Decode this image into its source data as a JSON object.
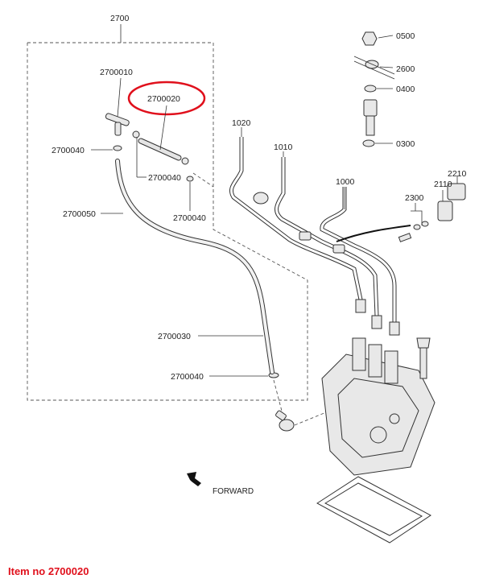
{
  "diagram": {
    "labels": {
      "group_2700": "2700",
      "p2700010": "2700010",
      "p2700020": "2700020",
      "p2700040_a": "2700040",
      "p2700040_b": "2700040",
      "p2700040_c": "2700040",
      "p2700040_d": "2700040",
      "p2700050": "2700050",
      "p2700030": "2700030",
      "p1020": "1020",
      "p1010": "1010",
      "p1000": "1000",
      "p0500": "0500",
      "p2600": "2600",
      "p0400": "0400",
      "p0300": "0300",
      "p2300": "2300",
      "p2110": "2110",
      "p2210": "2210"
    },
    "forward_label": "FORWARD",
    "highlight_color": "#e0101c"
  },
  "caption": {
    "text": "Item no 2700020"
  }
}
